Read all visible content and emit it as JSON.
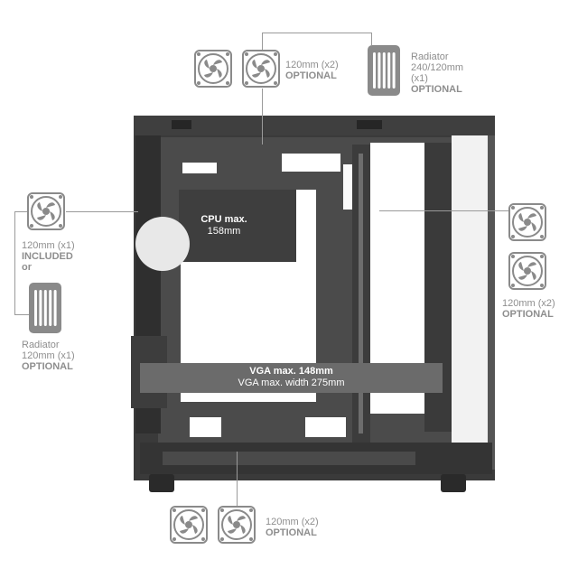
{
  "top_fans": {
    "size": "120mm (x2)",
    "note": "OPTIONAL"
  },
  "top_radiator": {
    "line1": "Radiator",
    "line2": "240/120mm",
    "line3": "(x1)",
    "note": "OPTIONAL"
  },
  "rear_fan": {
    "size": "120mm (x1)",
    "note": "INCLUDED"
  },
  "rear_or": "or",
  "rear_radiator": {
    "line1": "Radiator",
    "line2": "120mm (x1)",
    "note": "OPTIONAL"
  },
  "front_fans": {
    "size": "120mm (x2)",
    "note": "OPTIONAL"
  },
  "bottom_fans": {
    "size": "120mm (x2)",
    "note": "OPTIONAL"
  },
  "cpu_clearance": {
    "line1": "CPU max.",
    "line2": "158mm"
  },
  "vga_clearance": {
    "line1": "VGA max. 148mm",
    "line2": "VGA max. width 275mm"
  },
  "colors": {
    "case_dark": "#3c3c3c",
    "case_mid": "#4a4a4a",
    "badge": "#6a6a6a",
    "fan_gray": "#8a8a8a",
    "text_gray": "#8e8e8e"
  }
}
